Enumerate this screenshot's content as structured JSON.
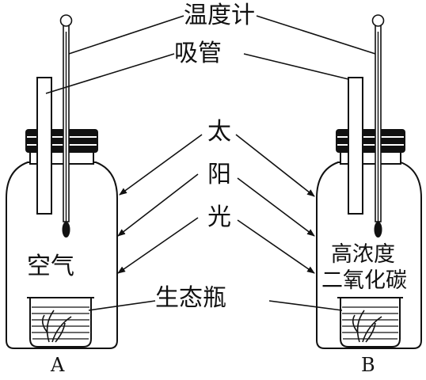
{
  "labels": {
    "thermometer": "温度计",
    "straw": "吸管",
    "sun_1": "太",
    "sun_2": "阳",
    "sun_3": "光",
    "bottle": "生态瓶",
    "bottle_a_content": "空气",
    "bottle_b_content_line1": "高浓度",
    "bottle_b_content_line2": "二氧化碳",
    "bottle_a_label": "A",
    "bottle_b_label": "B"
  }
}
